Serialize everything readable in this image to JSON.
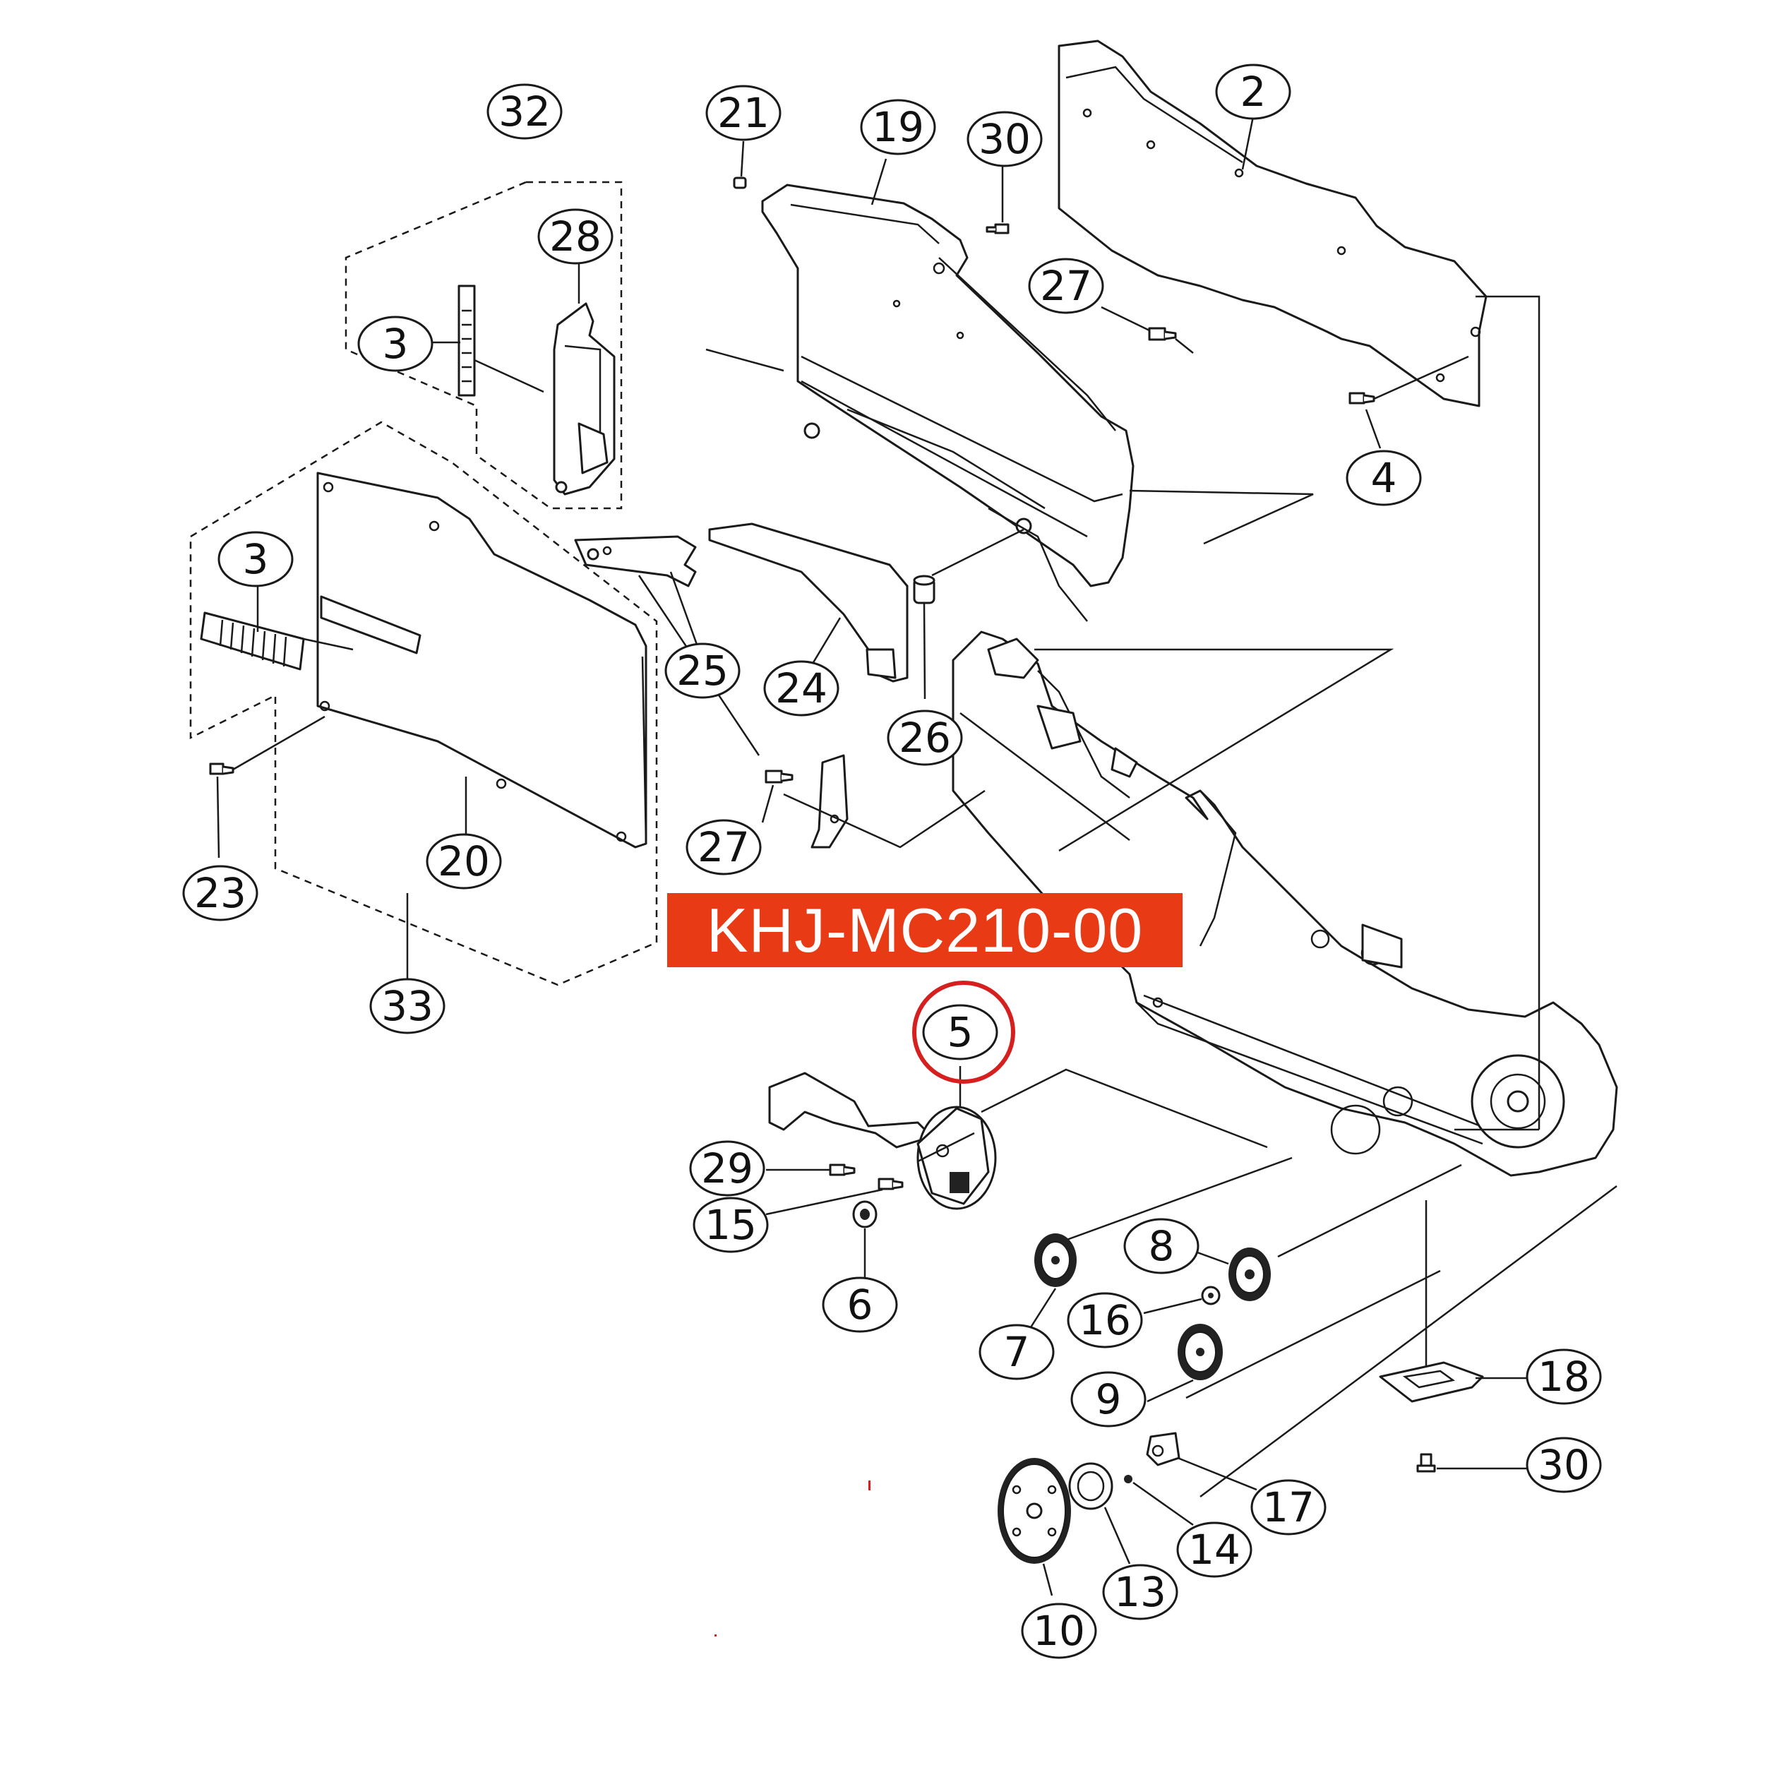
{
  "diagram": {
    "banner": {
      "text": "KHJ-MC210-00",
      "background": "#e83a14",
      "color": "#ffffff"
    },
    "highlight": {
      "part": "5",
      "color": "#d61f1f"
    },
    "callouts": {
      "c2": "2",
      "c3a": "3",
      "c3b": "3",
      "c4": "4",
      "c5": "5",
      "c6": "6",
      "c7": "7",
      "c8": "8",
      "c9": "9",
      "c10": "10",
      "c13": "13",
      "c14": "14",
      "c15": "15",
      "c16": "16",
      "c17": "17",
      "c18": "18",
      "c19": "19",
      "c20": "20",
      "c21": "21",
      "c23": "23",
      "c24": "24",
      "c25": "25",
      "c26": "26",
      "c27a": "27",
      "c27b": "27",
      "c28": "28",
      "c29": "29",
      "c30a": "30",
      "c30b": "30",
      "c32": "32",
      "c33": "33"
    }
  }
}
